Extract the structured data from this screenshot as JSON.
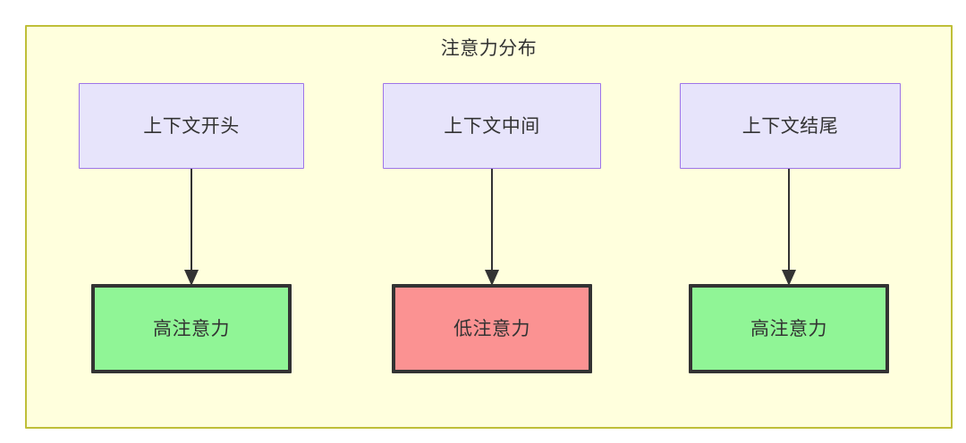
{
  "diagram": {
    "type": "flowchart",
    "title": "注意力分布",
    "container": {
      "label": "注意力分布",
      "fill_color": "#ffffdd",
      "border_color": "#bfbf38"
    },
    "nodes": [
      {
        "id": "context-start",
        "label": "上下文开头",
        "role": "context-segment",
        "fill_color": "#e7e4fb",
        "border_color": "#9e74e8",
        "column": 1,
        "row": "top"
      },
      {
        "id": "context-middle",
        "label": "上下文中间",
        "role": "context-segment",
        "fill_color": "#e7e4fb",
        "border_color": "#9e74e8",
        "column": 2,
        "row": "top"
      },
      {
        "id": "context-end",
        "label": "上下文结尾",
        "role": "context-segment",
        "fill_color": "#e7e4fb",
        "border_color": "#9e74e8",
        "column": 3,
        "row": "top"
      },
      {
        "id": "attention-high-left",
        "label": "高注意力",
        "role": "attention-level",
        "fill_color": "#90f596",
        "border_color": "#333333",
        "column": 1,
        "row": "bottom"
      },
      {
        "id": "attention-low-middle",
        "label": "低注意力",
        "role": "attention-level",
        "fill_color": "#fb9292",
        "border_color": "#333333",
        "column": 2,
        "row": "bottom"
      },
      {
        "id": "attention-high-right",
        "label": "高注意力",
        "role": "attention-level",
        "fill_color": "#90f596",
        "border_color": "#333333",
        "column": 3,
        "row": "bottom"
      }
    ],
    "edges": [
      {
        "from": "context-start",
        "to": "attention-high-left",
        "arrow": "down",
        "color": "#333333"
      },
      {
        "from": "context-middle",
        "to": "attention-low-middle",
        "arrow": "down",
        "color": "#333333"
      },
      {
        "from": "context-end",
        "to": "attention-high-right",
        "arrow": "down",
        "color": "#333333"
      }
    ]
  }
}
